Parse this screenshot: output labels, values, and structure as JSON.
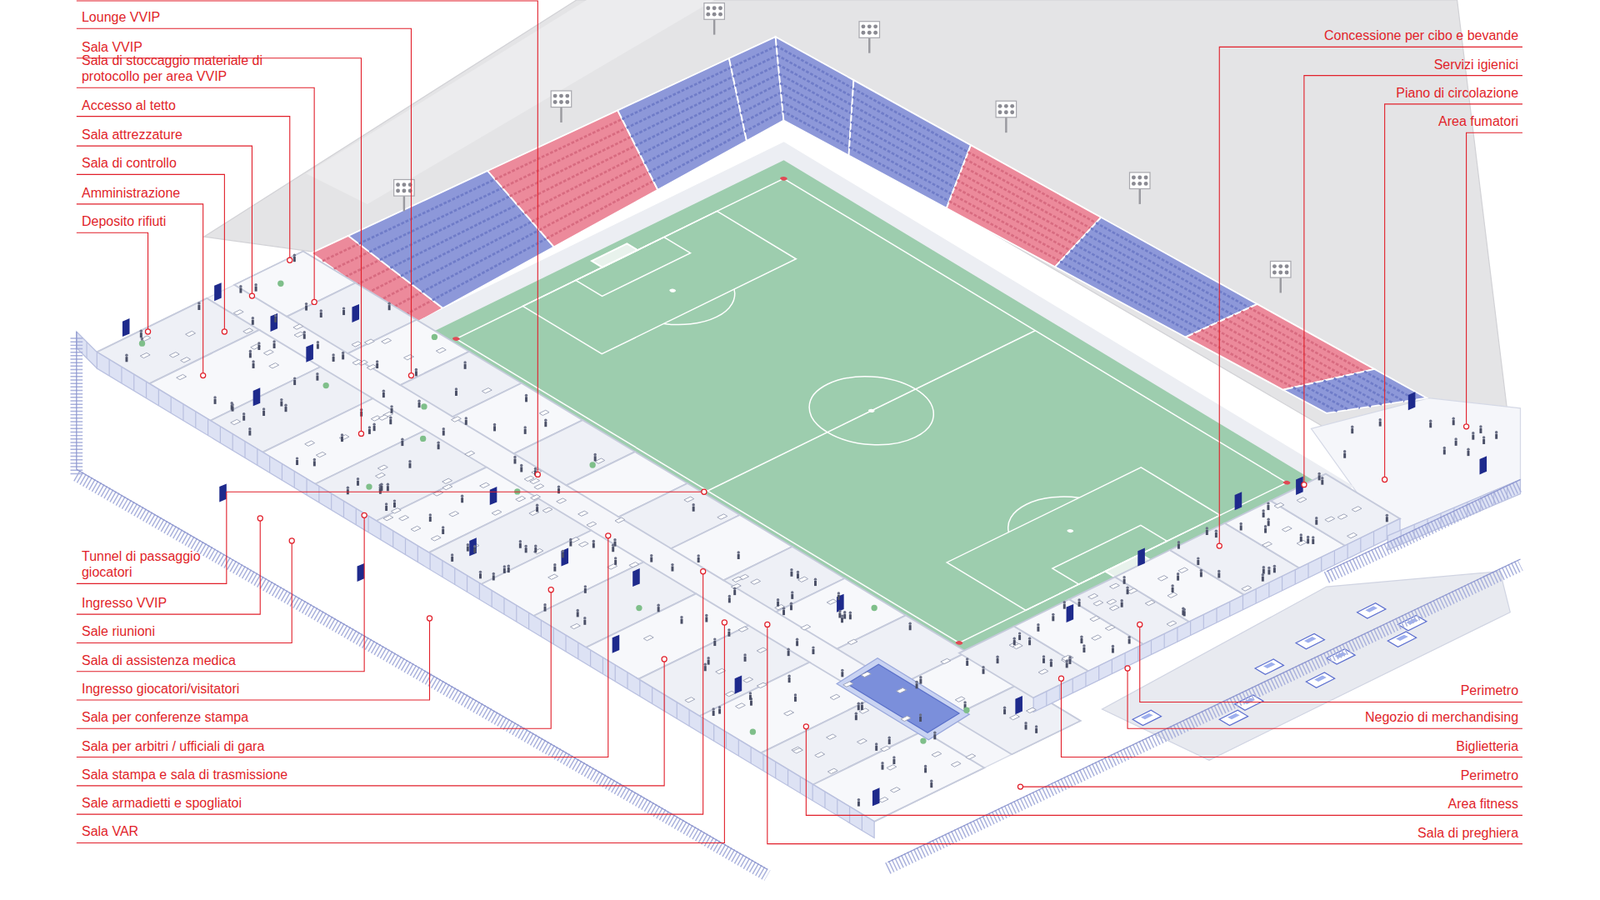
{
  "diagram": {
    "labels": [
      "Lounge VVIP",
      "Sala VVIP",
      "Sala di stoccaggio materiale di protocollo per area VVIP",
      "Accesso al tetto",
      "Sala attrezzature",
      "Sala di controllo",
      "Amministrazione",
      "Deposito rifiuti",
      "Tunnel di passaggio giocatori",
      "Ingresso VVIP",
      "Sale riunioni",
      "Sala di assistenza medica",
      "Ingresso giocatori/visitatori",
      "Sala per conferenze stampa",
      "Sala per arbitri / ufficiali di gara",
      "Sala stampa e sala di trasmissione",
      "Sale armadietti e spogliatoi",
      "Sala VAR",
      "Concessione per cibo e bevande",
      "Servizi igienici",
      "Piano di circolazione",
      "Area fumatori",
      "Perimetro",
      "Negozio di merchandising",
      "Biglietteria",
      "Perimetro",
      "Area fitness",
      "Sala di preghiera"
    ]
  }
}
